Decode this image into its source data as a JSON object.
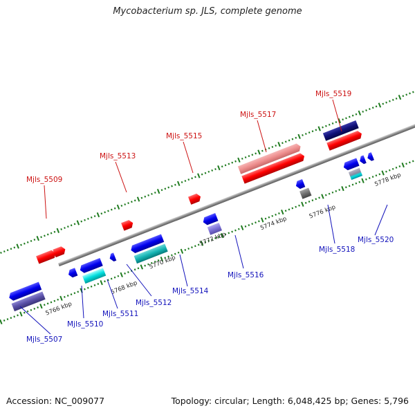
{
  "title": "Mycobacterium sp. JLS, complete genome",
  "footer": {
    "accession": "Accession: NC_009077",
    "topology": "Topology: circular; Length: 6,048,425 bp; Genes: 5,796"
  },
  "colors": {
    "top_label": "#cc1111",
    "bottom_label": "#1111bb",
    "backbone": "#8a8a8a",
    "tick": "#1e7a1e"
  },
  "kbp_labels": [
    "5766 kbp",
    "5768 kbp",
    "5770 kbp",
    "5772 kbp",
    "5774 kbp",
    "5776 kbp",
    "5778 kbp"
  ],
  "genes_top": [
    {
      "name": "Mjls_5509"
    },
    {
      "name": "Mjls_5513"
    },
    {
      "name": "Mjls_5515"
    },
    {
      "name": "Mjls_5517"
    },
    {
      "name": "Mjls_5519"
    }
  ],
  "genes_bottom": [
    {
      "name": "Mjls_5507"
    },
    {
      "name": "Mjls_5510"
    },
    {
      "name": "Mjls_5511"
    },
    {
      "name": "Mjls_5512"
    },
    {
      "name": "Mjls_5514"
    },
    {
      "name": "Mjls_5516"
    },
    {
      "name": "Mjls_5518"
    },
    {
      "name": "Mjls_5520"
    }
  ]
}
